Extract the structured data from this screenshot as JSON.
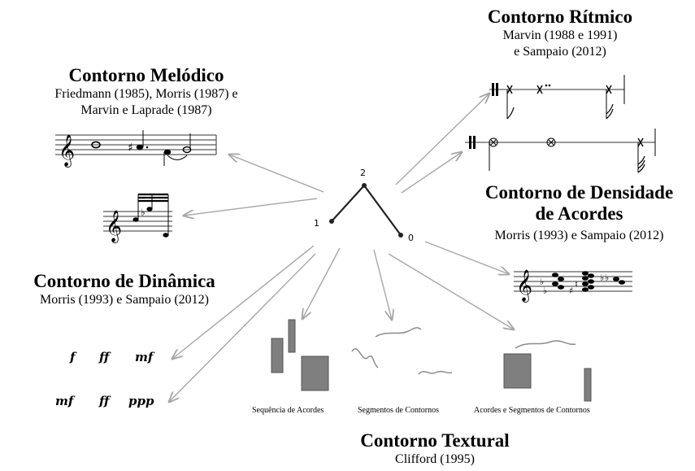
{
  "center_contour": {
    "points": [
      "1",
      "2",
      "0"
    ]
  },
  "melodic": {
    "title": "Contorno Melódico",
    "credit_line1": "Friedmann (1985), Morris (1987) e",
    "credit_line2": "Marvin e Laprade (1987)"
  },
  "rhythmic": {
    "title": "Contorno Rítmico",
    "credit_line1": "Marvin (1988 e 1991)",
    "credit_line2": "e Sampaio (2012)"
  },
  "chord_density": {
    "title_line1": "Contorno de Densidade",
    "title_line2": "de Acordes",
    "credit": "Morris (1993) e Sampaio (2012)"
  },
  "dynamic": {
    "title": "Contorno de Dinâmica",
    "credit": "Morris (1993) e Sampaio (2012)",
    "row1": [
      "f",
      "ff",
      "mf"
    ],
    "row2": [
      "mf",
      "ff",
      "ppp"
    ]
  },
  "textural": {
    "title": "Contorno Textural",
    "credit": "Clifford (1995)",
    "captions": [
      "Sequência de Acordes",
      "Segmentos de Contornos",
      "Acordes e Segmentos de Contornos"
    ]
  },
  "colors": {
    "arrow": "#a6a6a6",
    "block": "#7f7f7f",
    "wave": "#8c8c8c"
  }
}
